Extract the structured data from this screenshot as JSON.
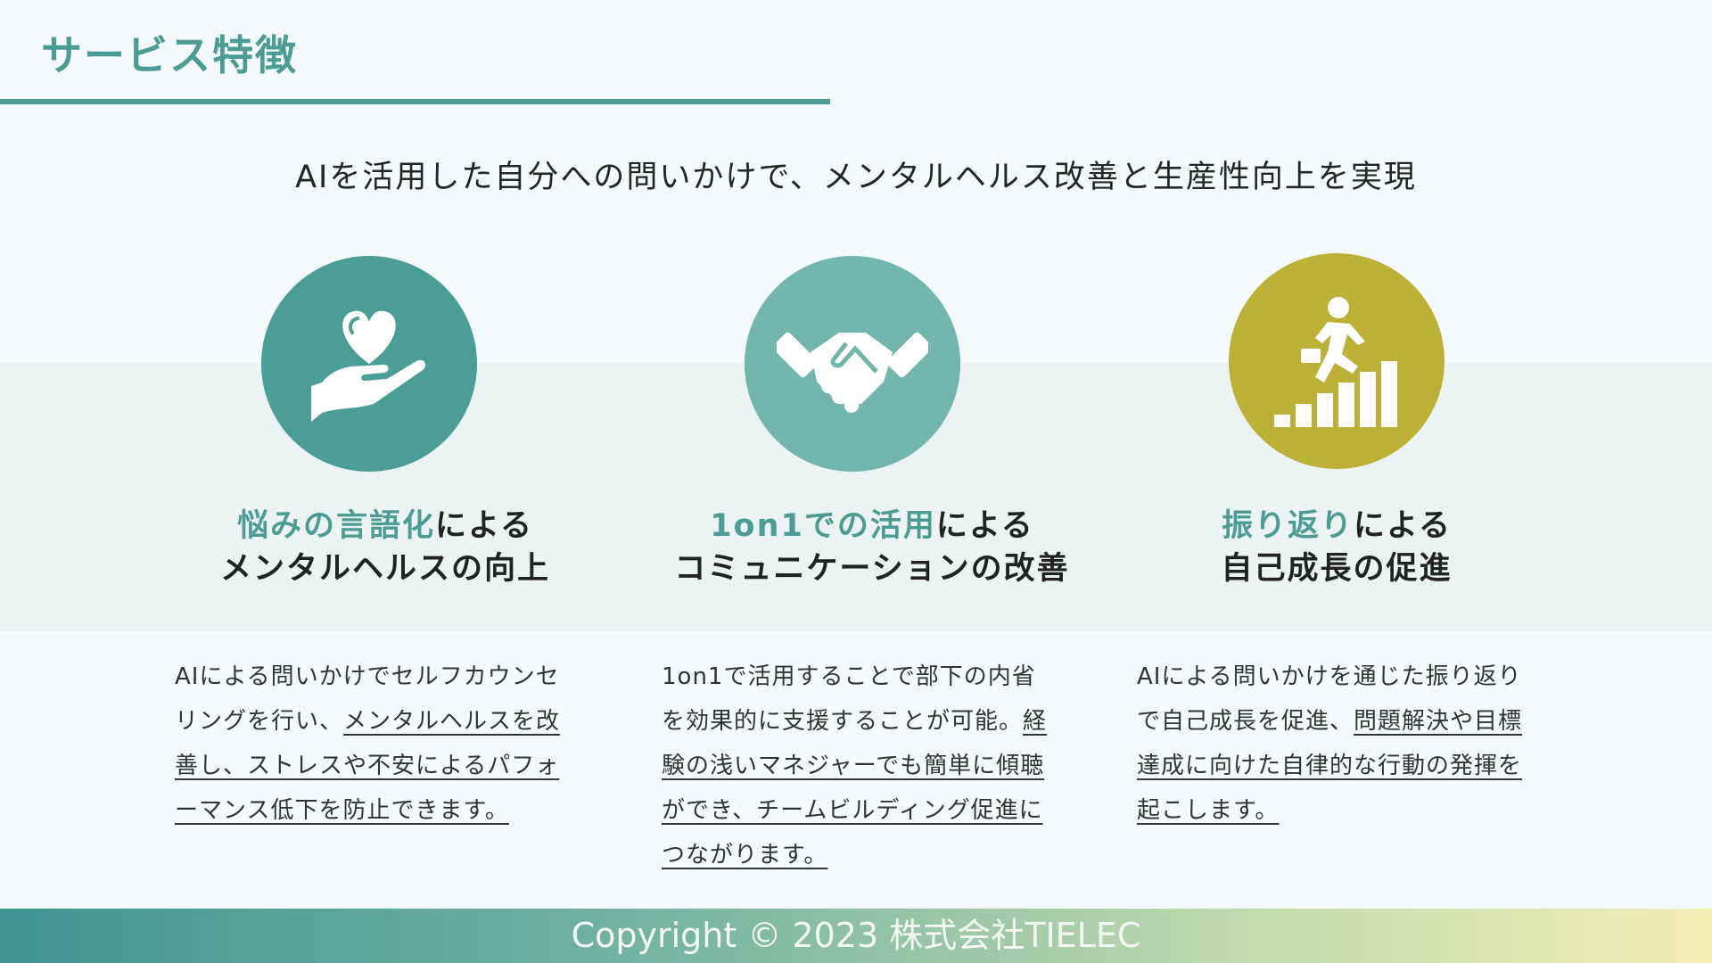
{
  "title": "サービス特徴",
  "subtitle": "AIを活用した自分への問いかけで、メンタルヘルス改善と生産性向上を実現",
  "features": [
    {
      "icon": "heart-hand-icon",
      "color": "#4a9e95",
      "heading_accent": "悩みの言語化",
      "heading_rest": "による",
      "heading_line2": "メンタルヘルスの向上",
      "body_plain": "AIによる問いかけでセルフカウンセリングを行い、",
      "body_underlined": "メンタルヘルスを改善し、ストレスや不安によるパフォーマンス低下を防止できます。"
    },
    {
      "icon": "handshake-icon",
      "color": "#72b5ac",
      "heading_accent": "1on1での活用",
      "heading_rest": "による",
      "heading_line2": "コミュニケーションの改善",
      "body_plain": "1on1で活用することで部下の内省を効果的に支援することが可能。",
      "body_underlined": "経験の浅いマネジャーでも簡単に傾聴ができ、チームビルディング促進につながります。"
    },
    {
      "icon": "growth-climb-icon",
      "color": "#bdb036",
      "heading_accent": "振り返り",
      "heading_rest": "による",
      "heading_line2": "自己成長の促進",
      "body_plain": "AIによる問いかけを通じた振り返りで自己成長を促進、",
      "body_underlined": "問題解決や目標達成に向けた自律的な行動の発揮を起こします。"
    }
  ],
  "footer": "Copyright © 2023 株式会社TIELEC"
}
